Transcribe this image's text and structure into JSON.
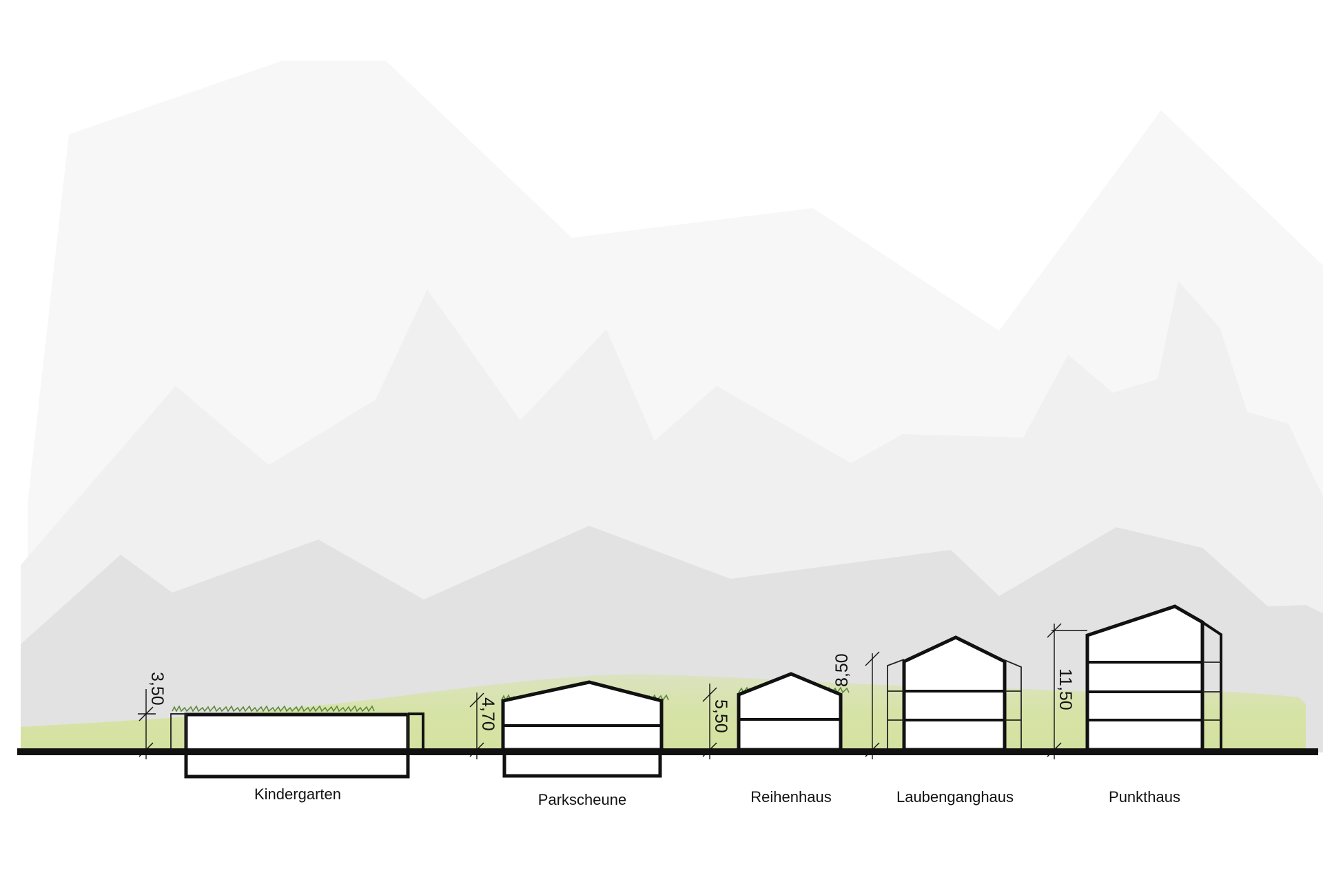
{
  "buildings": [
    {
      "name": "Kindergarten",
      "height": "3,50"
    },
    {
      "name": "Parkscheune",
      "height": "4,70"
    },
    {
      "name": "Reihenhaus",
      "height": "5,50"
    },
    {
      "name": "Laubenganghaus",
      "height": "8,50"
    },
    {
      "name": "Punkthaus",
      "height": "11,50"
    }
  ],
  "colors": {
    "mountain_far": "#f7f7f7",
    "mountain_mid": "#f0f0f0",
    "mountain_near": "#e2e2e2",
    "meadow": "#d6e3a6",
    "ground_line": "#111111",
    "roof_grass": "#5c8a3a"
  }
}
